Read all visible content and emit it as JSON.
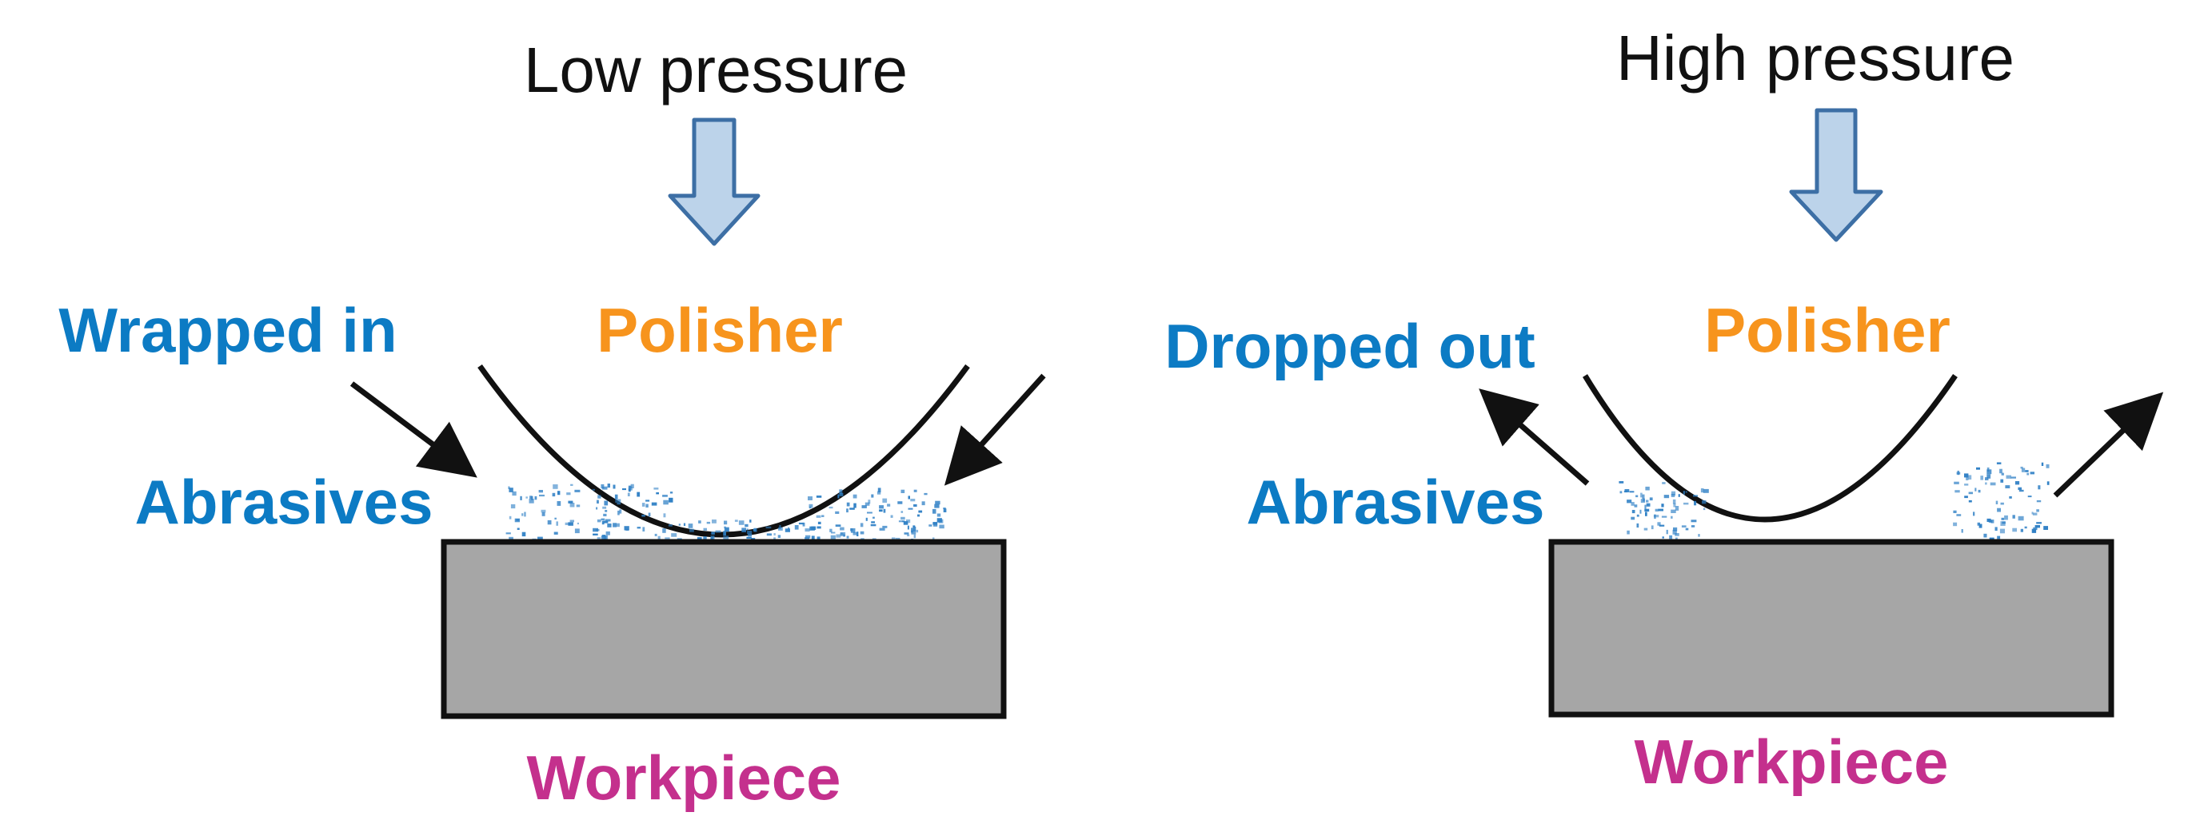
{
  "colors": {
    "title": "#111111",
    "polisher": "#f7941d",
    "abrasives": "#0c7bc4",
    "workpiece": "#c4308d",
    "arrow_fill": "#bcd3ea",
    "arrow_stroke": "#3d6fa5",
    "block_fill": "#a6a6a6",
    "block_stroke": "#111111",
    "particles": "#2e7fc5"
  },
  "panels": [
    {
      "id": "low",
      "title": "Low pressure",
      "polisher": "Polisher",
      "flow": "Wrapped in",
      "abrasives": "Abrasives",
      "workpiece": "Workpiece"
    },
    {
      "id": "high",
      "title": "High pressure",
      "polisher": "Polisher",
      "flow": "Dropped out",
      "abrasives": "Abrasives",
      "workpiece": "Workpiece"
    }
  ]
}
